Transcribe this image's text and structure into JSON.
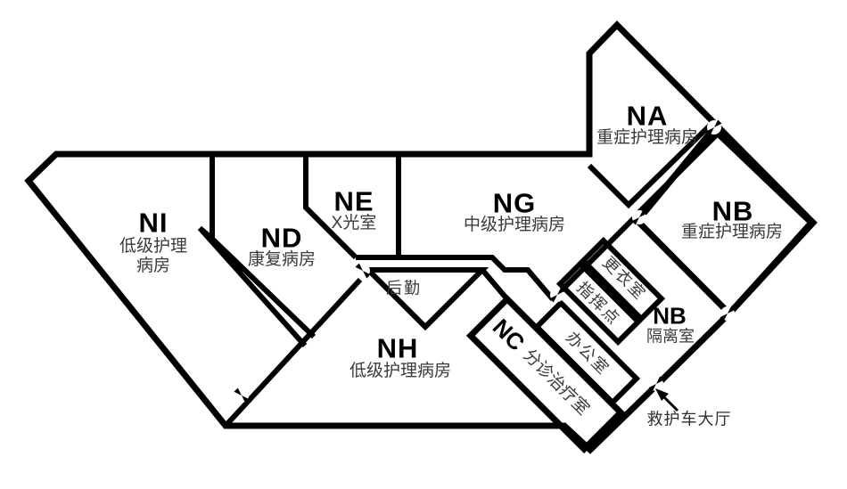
{
  "floor_plan": {
    "rooms": [
      {
        "code": "NI",
        "name_lines": [
          "低级护理",
          "病房"
        ]
      },
      {
        "code": "ND",
        "name_lines": [
          "康复病房"
        ]
      },
      {
        "code": "NE",
        "name_lines": [
          "X光室"
        ]
      },
      {
        "code": "NG",
        "name_lines": [
          "中级护理病房"
        ]
      },
      {
        "code": "NA",
        "name_lines": [
          "重症护理病房"
        ]
      },
      {
        "code": "NB",
        "name_lines": [
          "重症护理病房"
        ]
      },
      {
        "code": "NB",
        "name_lines": [
          "隔离室"
        ]
      },
      {
        "code": "NH",
        "name_lines": [
          "低级护理病房"
        ]
      },
      {
        "code": "NC",
        "name_lines": [
          "分诊治疗室"
        ]
      }
    ],
    "service_rooms": [
      {
        "label": "后勤"
      },
      {
        "label": "更衣室"
      },
      {
        "label": "指挥点"
      },
      {
        "label": "办公室"
      }
    ],
    "annotations": [
      {
        "label": "救护车大厅"
      }
    ],
    "colors": {
      "wall": "#000000",
      "code_text": "#000000",
      "sub_text": "#3a3a3a",
      "background": "#ffffff"
    }
  }
}
